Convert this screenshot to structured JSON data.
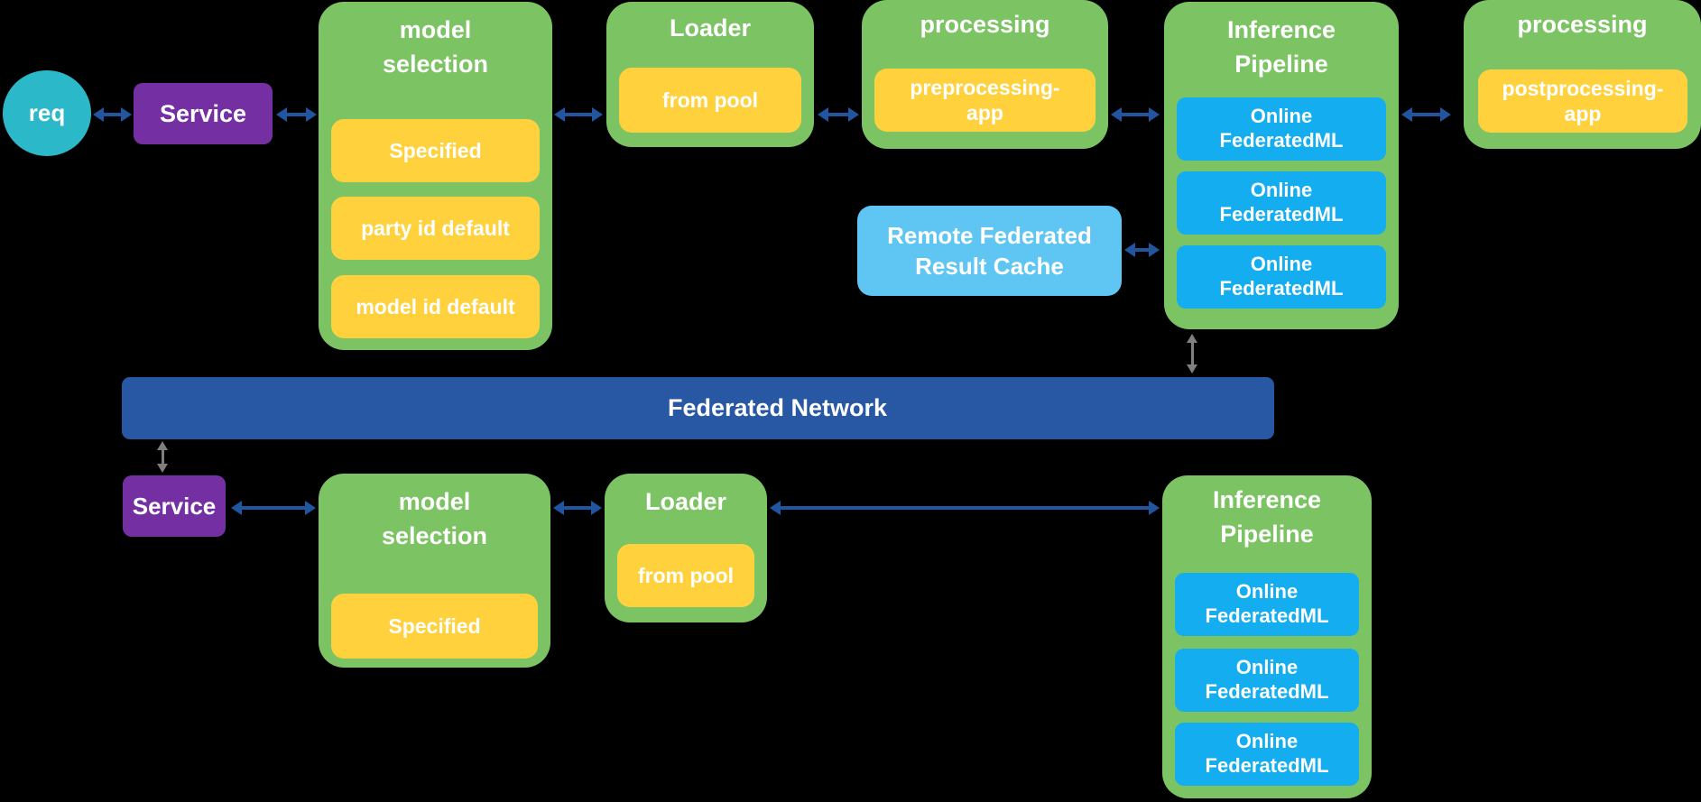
{
  "colors": {
    "green": "#7CC363",
    "yellow": "#FFD23D",
    "purple": "#7430A3",
    "teal": "#2BB9C9",
    "bright_blue": "#14ADF0",
    "light_blue": "#5FC5F2",
    "bar_blue": "#2858A4",
    "arrow_blue": "#2155A0",
    "arrow_gray": "#7F7F7F",
    "text": "#FFFFFF",
    "background": "#000000"
  },
  "top_row": {
    "request": {
      "label": "req"
    },
    "service": {
      "label": "Service"
    },
    "model_selection": {
      "title": "model\nselection",
      "items": [
        "Specified",
        "party id default",
        "model id default"
      ]
    },
    "loader": {
      "title": "Loader",
      "items": [
        "from pool"
      ]
    },
    "preprocessing": {
      "title": "processing",
      "items": [
        "preprocessing-\napp"
      ]
    },
    "inference_pipeline": {
      "title": "Inference\nPipeline",
      "items": [
        "Online\nFederatedML",
        "Online\nFederatedML",
        "Online\nFederatedML"
      ]
    },
    "postprocessing": {
      "title": "processing",
      "items": [
        "postprocessing-\napp"
      ]
    }
  },
  "remote_cache": {
    "label": "Remote Federated\nResult Cache"
  },
  "network_bar": {
    "label": "Federated Network"
  },
  "bottom_row": {
    "service": {
      "label": "Service"
    },
    "model_selection": {
      "title": "model\nselection",
      "items": [
        "Specified"
      ]
    },
    "loader": {
      "title": "Loader",
      "items": [
        "from pool"
      ]
    },
    "inference_pipeline": {
      "title": "Inference\nPipeline",
      "items": [
        "Online\nFederatedML",
        "Online\nFederatedML",
        "Online\nFederatedML"
      ]
    }
  }
}
